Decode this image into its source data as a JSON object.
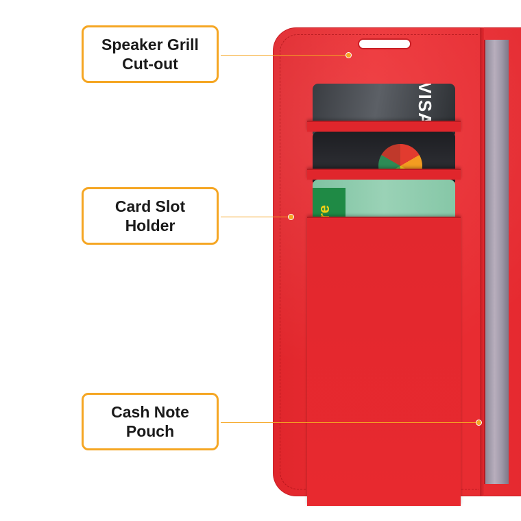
{
  "callouts": {
    "speaker": {
      "label": "Speaker Grill\nCut-out"
    },
    "card": {
      "label": "Card Slot\nHolder"
    },
    "cash": {
      "label": "Cash Note\nPouch"
    }
  },
  "cards": {
    "card1_text": "VISA",
    "card3_text": "are"
  },
  "colors": {
    "accent": "#f5a623",
    "case_red": "#e52a30"
  }
}
